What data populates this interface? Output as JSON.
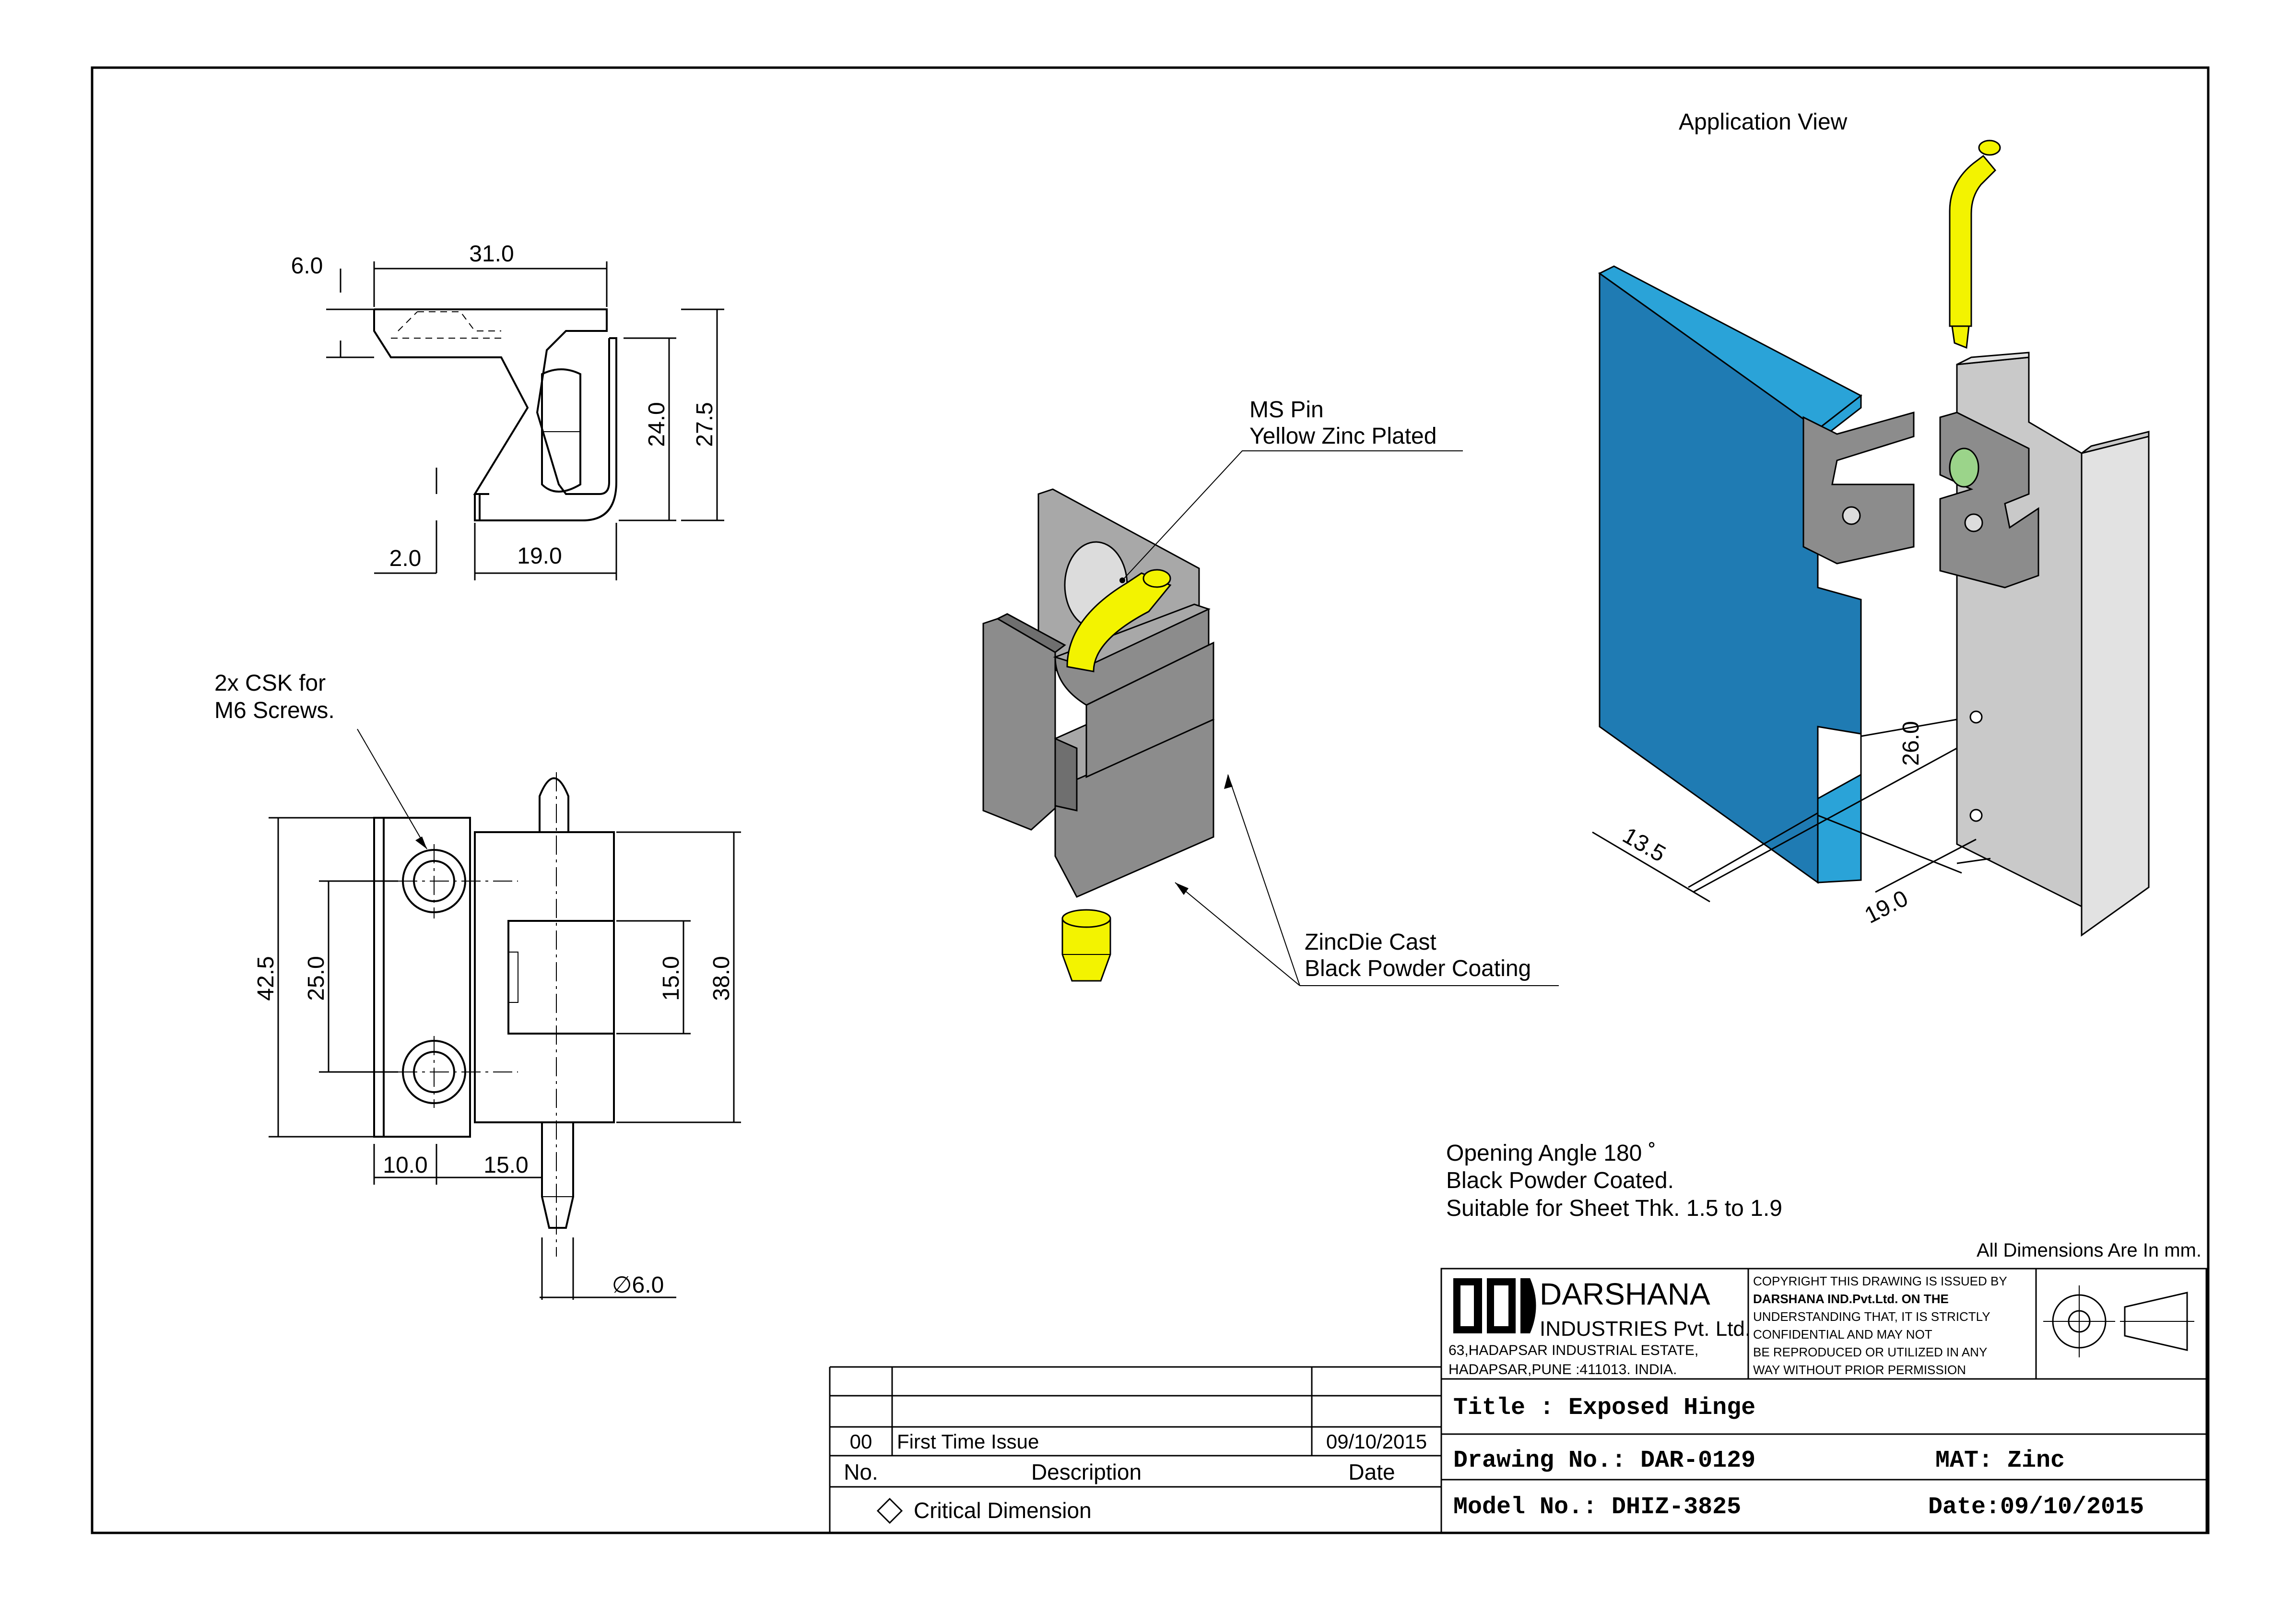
{
  "views": {
    "top": {
      "dim_width": "31.0",
      "dim_lip": "6.0",
      "dim_inner": "24.0",
      "dim_height": "27.5",
      "dim_gap": "2.0",
      "dim_bottom": "19.0"
    },
    "front": {
      "note_line1": "2x CSK for",
      "note_line2": "M6 Screws.",
      "dim_overall": "42.5",
      "dim_holes": "25.0",
      "dim_knuckle": "15.0",
      "dim_leaf": "38.0",
      "dim_edge": "10.0",
      "dim_offset": "15.0",
      "dim_pin_dia": "∅6.0"
    },
    "iso": {
      "callout_pin_1": "MS Pin",
      "callout_pin_2": "Yellow Zinc Plated",
      "callout_body_1": "ZincDie Cast",
      "callout_body_2": "Black Powder Coating"
    },
    "application": {
      "title": "Application View",
      "dim_a": "13.5",
      "dim_b": "19.0",
      "dim_c": "26.0"
    }
  },
  "notes": [
    "Opening Angle 180 ˚",
    "Black Powder Coated.",
    "Suitable for Sheet Thk. 1.5 to 1.9"
  ],
  "units_note": "All Dimensions Are In mm.",
  "revision": {
    "rows": [
      {
        "no": "00",
        "description": "First Time Issue",
        "date": "09/10/2015"
      }
    ],
    "headers": {
      "no": "No.",
      "description": "Description",
      "date": "Date"
    },
    "critical": "Critical Dimension"
  },
  "company": {
    "name": "DARSHANA",
    "sub": "INDUSTRIES Pvt. Ltd.",
    "address_1": "63,HADAPSAR INDUSTRIAL ESTATE,",
    "address_2": "HADAPSAR,PUNE :411013. INDIA.",
    "copyright": [
      "COPYRIGHT THIS DRAWING IS ISSUED BY",
      "DARSHANA IND.Pvt.Ltd. ON THE",
      "UNDERSTANDING THAT, IT IS STRICTLY",
      "CONFIDENTIAL AND MAY NOT",
      "BE REPRODUCED OR UTILIZED IN ANY",
      "WAY WITHOUT PRIOR PERMISSION"
    ]
  },
  "title_block": {
    "title": "Title : Exposed Hinge",
    "drawing_no": "Drawing No.: DAR-0129",
    "material": "MAT: Zinc",
    "model_no": "Model No.: DHIZ-3825",
    "date": "Date:09/10/2015"
  },
  "colors": {
    "pin": "#f3f300",
    "body": "#8c8c8c",
    "panel": "#1f7bb3",
    "frame": "#c9c9c9"
  }
}
